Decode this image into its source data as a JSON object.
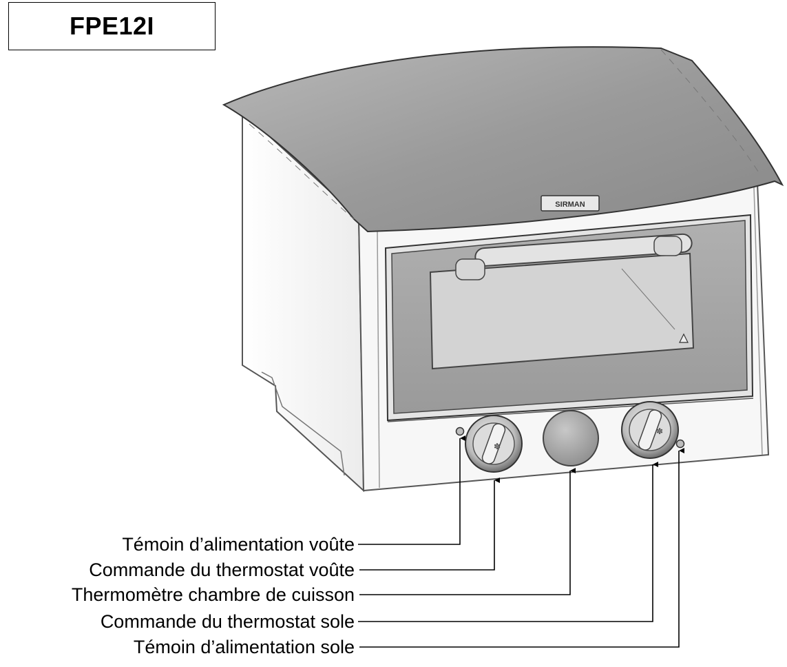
{
  "model": "FPE12I",
  "brand_badge": "SIRMAN",
  "callouts": [
    {
      "label": "Témoin d’alimentation voûte"
    },
    {
      "label": "Commande du thermostat voûte"
    },
    {
      "label": "Thermomètre chambre de cuisson"
    },
    {
      "label": "Commande du thermostat sole"
    },
    {
      "label": "Témoin d’alimentation sole"
    }
  ],
  "colors": {
    "line": "#000000",
    "panel": "#f2f2f2",
    "lid": "#9c9c9c",
    "window": "#a8a8a8"
  }
}
